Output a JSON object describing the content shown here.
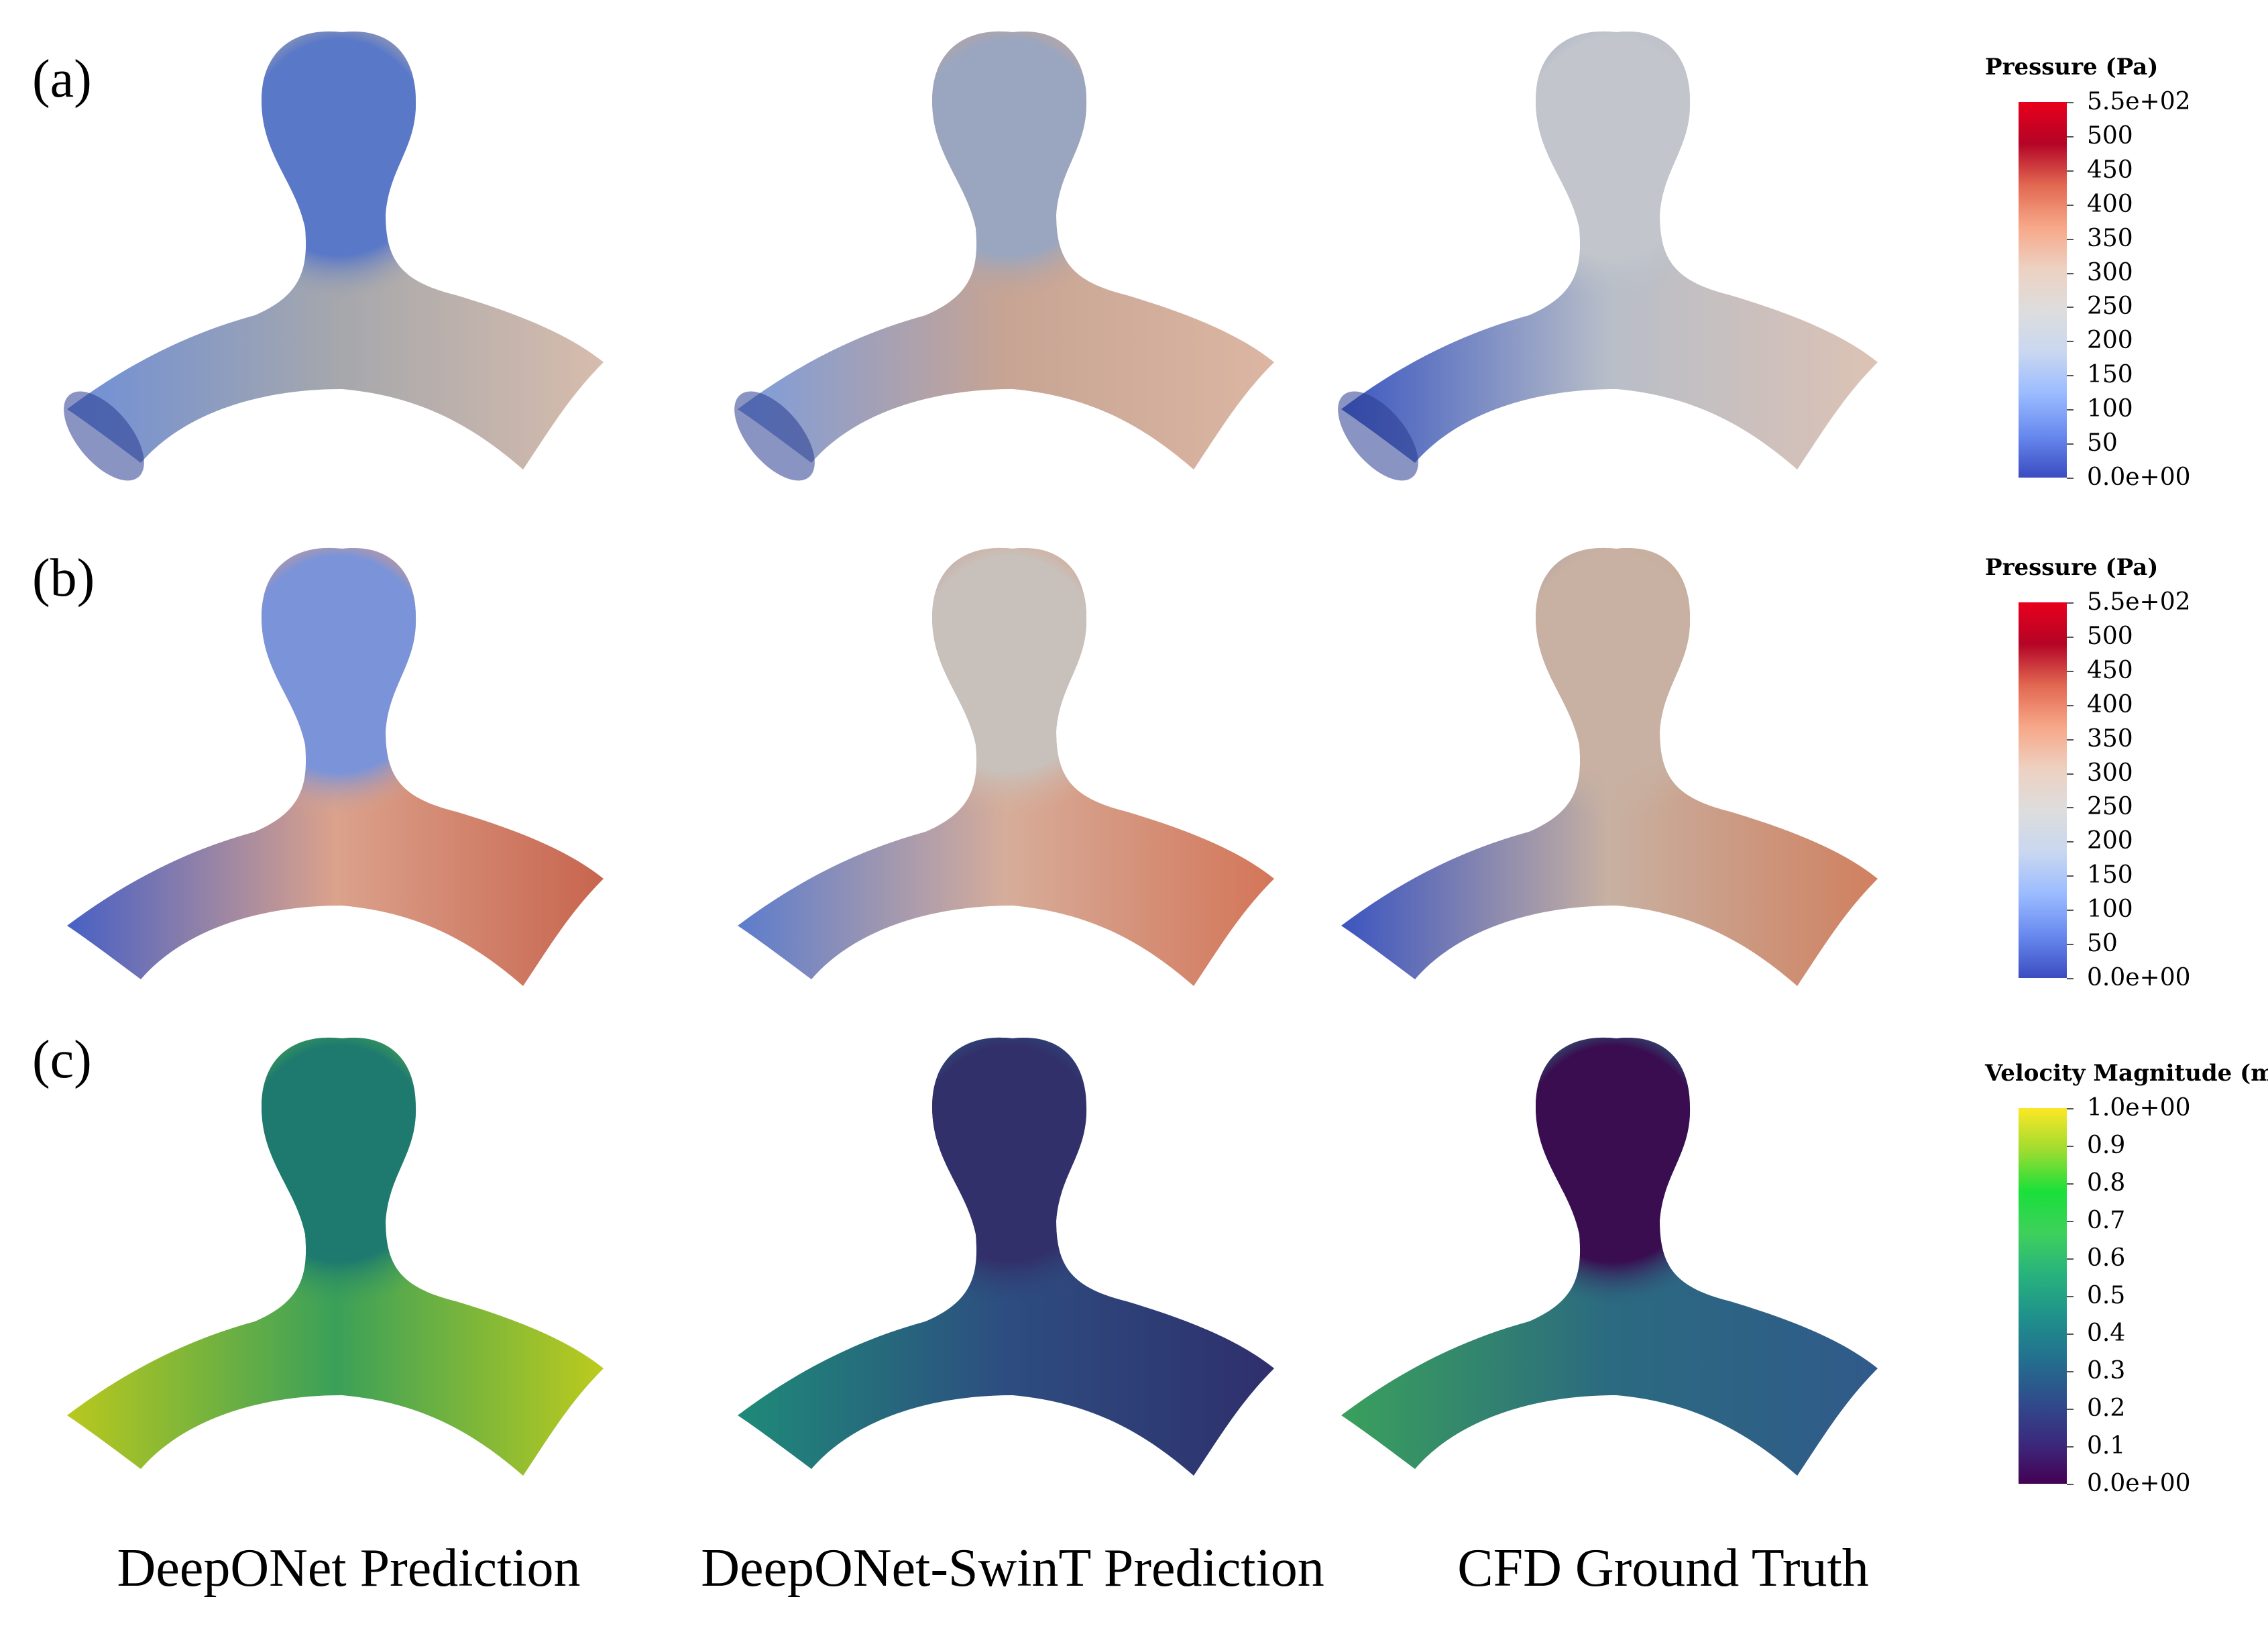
{
  "panel_labels": [
    "(a)",
    "(b)",
    "(c)"
  ],
  "columns": [
    "DeepONet Prediction",
    "DeepONet-SwinT Prediction",
    "CFD Ground Truth"
  ],
  "colorbars": [
    {
      "title": "Pressure (Pa)",
      "colormap": "cool-to-warm",
      "ticks": [
        "5.5e+02",
        "500",
        "450",
        "400",
        "350",
        "300",
        "250",
        "200",
        "150",
        "100",
        "50",
        "0.0e+00"
      ],
      "stops": [
        "#3b4cc0",
        "#6788ee",
        "#9abbff",
        "#c9d7f0",
        "#dddddd",
        "#edd1c2",
        "#f7a889",
        "#e26952",
        "#b40426",
        "#e8001c"
      ]
    },
    {
      "title": "Pressure (Pa)",
      "colormap": "cool-to-warm",
      "ticks": [
        "5.5e+02",
        "500",
        "450",
        "400",
        "350",
        "300",
        "250",
        "200",
        "150",
        "100",
        "50",
        "0.0e+00"
      ],
      "stops": [
        "#3b4cc0",
        "#6788ee",
        "#9abbff",
        "#c9d7f0",
        "#dddddd",
        "#edd1c2",
        "#f7a889",
        "#e26952",
        "#b40426",
        "#e8001c"
      ]
    },
    {
      "title": "Velocity Magnitude (m/s)",
      "colormap": "viridis-like",
      "ticks": [
        "1.0e+00",
        "0.9",
        "0.8",
        "0.7",
        "0.6",
        "0.5",
        "0.4",
        "0.3",
        "0.2",
        "0.1",
        "0.0e+00"
      ],
      "stops": [
        "#440154",
        "#3b2a7e",
        "#2f4d8c",
        "#23708e",
        "#1f918c",
        "#27b27d",
        "#3fd05c",
        "#19e03a",
        "#9fdc30",
        "#fde725"
      ]
    }
  ],
  "colors": {
    "a": [
      {
        "dome": "#5a78c8",
        "neck": "#a5a7ac",
        "left": "#6f8fd8",
        "right": "#d7bcac"
      },
      {
        "dome": "#9aa6bf",
        "neck": "#c7a493",
        "left": "#7d9ddc",
        "right": "#dcb6a3"
      },
      {
        "dome": "#c2c6cc",
        "neck": "#b8bec8",
        "left": "#3c58c0",
        "right": "#dcc2b4"
      }
    ],
    "b": [
      {
        "dome": "#7a93d9",
        "neck": "#dba28c",
        "left": "#4760c4",
        "right": "#c8654e"
      },
      {
        "dome": "#c8c0ba",
        "neck": "#d6ad9a",
        "left": "#5c7ccc",
        "right": "#d47558"
      },
      {
        "dome": "#c8b1a2",
        "neck": "#c8b1a2",
        "left": "#3b55c0",
        "right": "#d0805f"
      }
    ],
    "c": [
      {
        "dome": "#1e7a6e",
        "neck": "#3aa059",
        "left": "#b9c81e",
        "right": "#bccb1d"
      },
      {
        "dome": "#32306a",
        "neck": "#2d4d80",
        "left": "#1e8a78",
        "right": "#2f2f6c"
      },
      {
        "dome": "#3a0c50",
        "neck": "#2b6a80",
        "left": "#3aa05c",
        "right": "#305a8a"
      }
    ]
  }
}
